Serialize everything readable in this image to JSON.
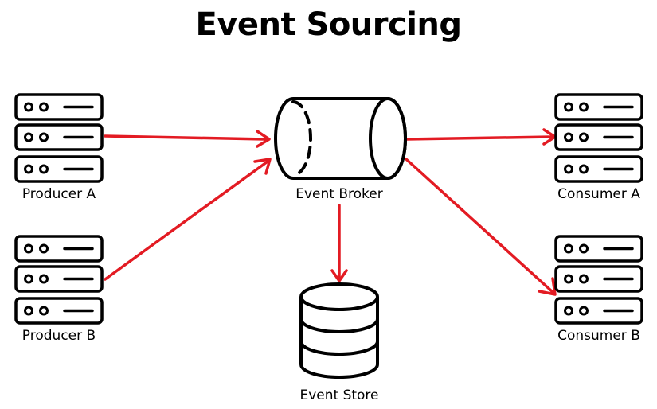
{
  "title": "Event Sourcing",
  "nodes": {
    "producer_a": "Producer A",
    "producer_b": "Producer B",
    "broker": "Event Broker",
    "store": "Event Store",
    "consumer_a": "Consumer A",
    "consumer_b": "Consumer B"
  },
  "colors": {
    "arrow": "#e31b23",
    "stroke": "#000000"
  }
}
